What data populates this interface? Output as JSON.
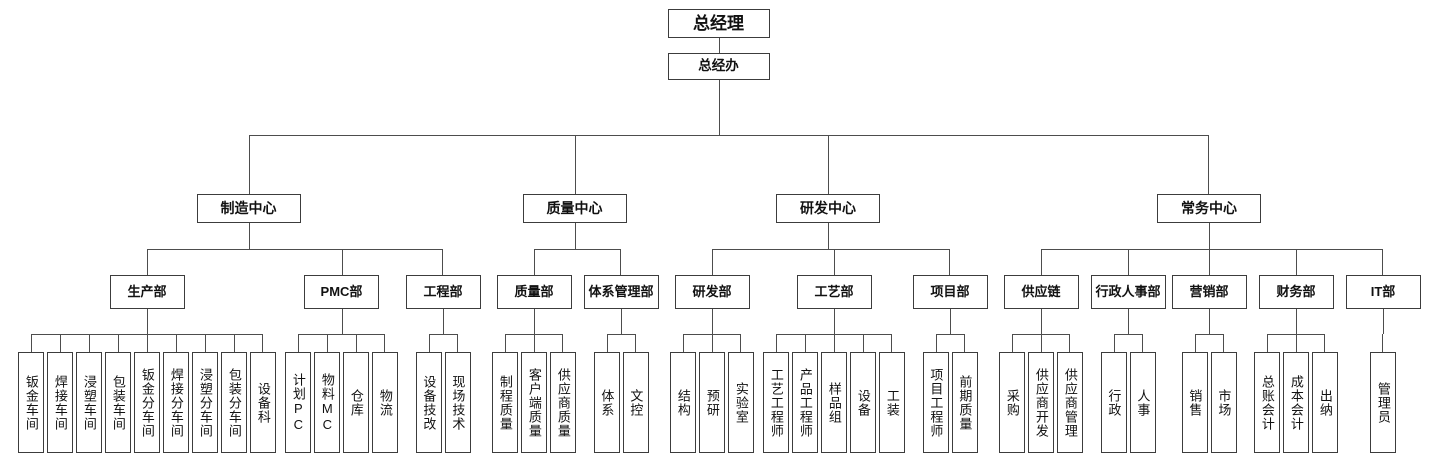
{
  "org": {
    "colors": {
      "background": "#ffffff",
      "line": "#4d4d4d",
      "box_border": "#3c3c3c",
      "text": "#111111"
    },
    "root": {
      "label": "总经理",
      "children": [
        {
          "label": "总经办",
          "children": [
            {
              "label": "制造中心",
              "children": [
                {
                  "label": "生产部",
                  "children": [
                    {
                      "label": "钣金车间"
                    },
                    {
                      "label": "焊接车间"
                    },
                    {
                      "label": "浸塑车间"
                    },
                    {
                      "label": "包装车间"
                    },
                    {
                      "label": "钣金分车间"
                    },
                    {
                      "label": "焊接分车间"
                    },
                    {
                      "label": "浸塑分车间"
                    },
                    {
                      "label": "包装分车间"
                    },
                    {
                      "label": "设备科"
                    }
                  ]
                },
                {
                  "label": "PMC部",
                  "children": [
                    {
                      "label": "计划PC"
                    },
                    {
                      "label": "物料MC"
                    },
                    {
                      "label": "仓库"
                    },
                    {
                      "label": "物流"
                    }
                  ]
                },
                {
                  "label": "工程部",
                  "children": [
                    {
                      "label": "设备技改"
                    },
                    {
                      "label": "现场技术"
                    }
                  ]
                }
              ]
            },
            {
              "label": "质量中心",
              "children": [
                {
                  "label": "质量部",
                  "children": [
                    {
                      "label": "制程质量"
                    },
                    {
                      "label": "客户端质量"
                    },
                    {
                      "label": "供应商质量"
                    }
                  ]
                },
                {
                  "label": "体系管理部",
                  "children": [
                    {
                      "label": "体系"
                    },
                    {
                      "label": "文控"
                    }
                  ]
                }
              ]
            },
            {
              "label": "研发中心",
              "children": [
                {
                  "label": "研发部",
                  "children": [
                    {
                      "label": "结构"
                    },
                    {
                      "label": "预研"
                    },
                    {
                      "label": "实验室"
                    }
                  ]
                },
                {
                  "label": "工艺部",
                  "children": [
                    {
                      "label": "工艺工程师"
                    },
                    {
                      "label": "产品工程师"
                    },
                    {
                      "label": "样品组"
                    },
                    {
                      "label": "设备"
                    },
                    {
                      "label": "工装"
                    }
                  ]
                },
                {
                  "label": "项目部",
                  "children": [
                    {
                      "label": "项目工程师"
                    },
                    {
                      "label": "前期质量"
                    }
                  ]
                }
              ]
            },
            {
              "label": "常务中心",
              "children": [
                {
                  "label": "供应链",
                  "children": [
                    {
                      "label": "采购"
                    },
                    {
                      "label": "供应商开发"
                    },
                    {
                      "label": "供应商管理"
                    }
                  ]
                },
                {
                  "label": "行政人事部",
                  "children": [
                    {
                      "label": "行政"
                    },
                    {
                      "label": "人事"
                    }
                  ]
                },
                {
                  "label": "营销部",
                  "children": [
                    {
                      "label": "销售"
                    },
                    {
                      "label": "市场"
                    }
                  ]
                },
                {
                  "label": "财务部",
                  "children": [
                    {
                      "label": "总账会计"
                    },
                    {
                      "label": "成本会计"
                    },
                    {
                      "label": "出纳"
                    }
                  ]
                },
                {
                  "label": "IT部",
                  "children": [
                    {
                      "label": "管理员"
                    }
                  ]
                }
              ]
            }
          ]
        }
      ]
    }
  }
}
